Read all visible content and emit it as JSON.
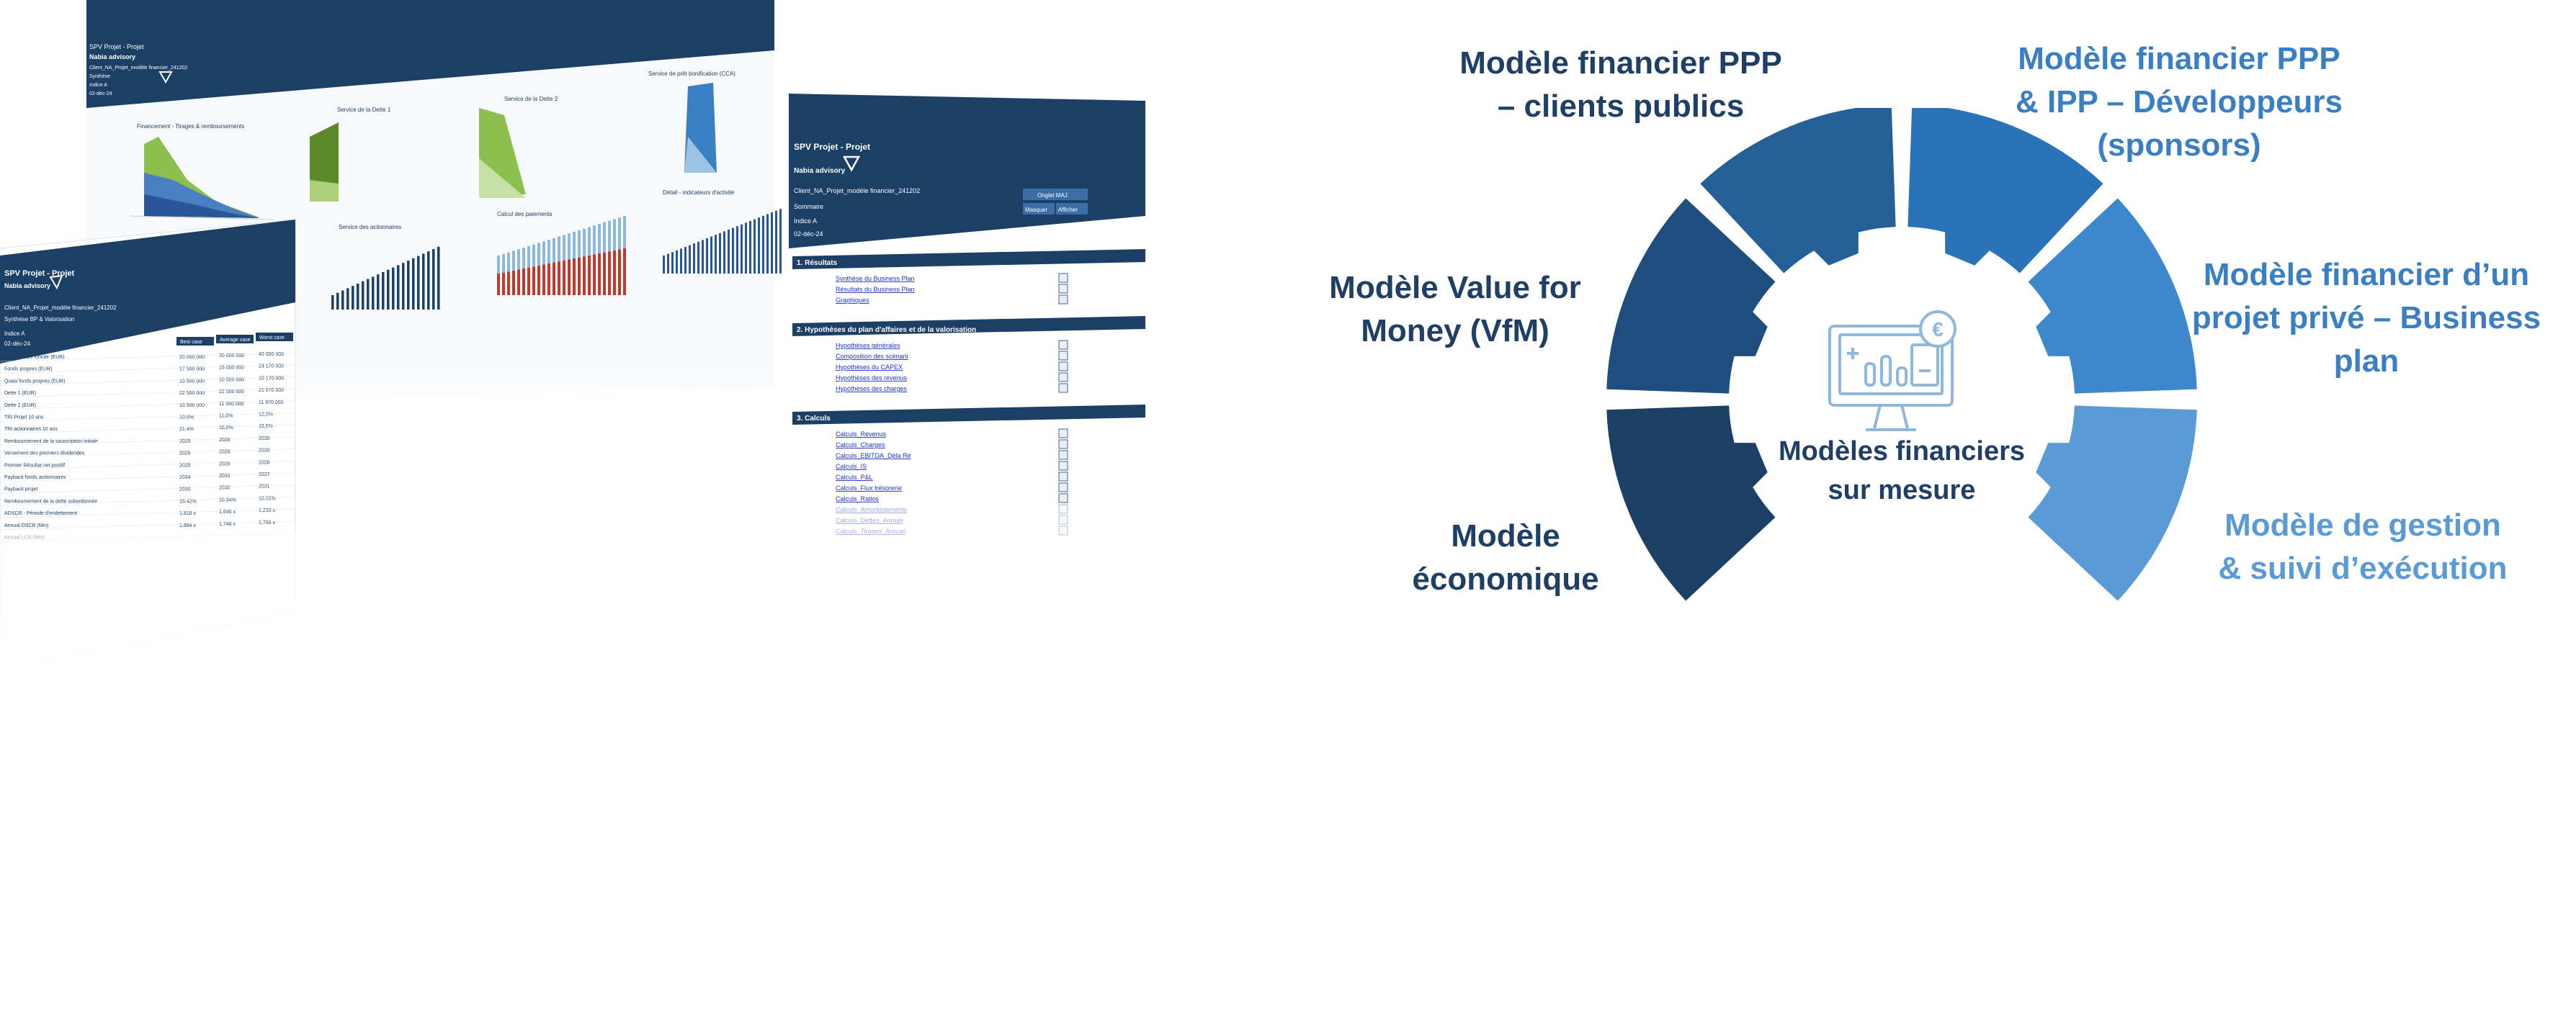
{
  "diagram": {
    "center": {
      "title_line1": "Modèles financiers",
      "title_line2": "sur mesure",
      "icon": "monitor-chart-euro-icon"
    },
    "segments": [
      {
        "id": "economique",
        "lines": [
          "Modèle",
          "économique"
        ],
        "color": "#1c3f66"
      },
      {
        "id": "vfm",
        "lines": [
          "Modèle Value for",
          "Money (VfM)"
        ],
        "color": "#1f4e7e"
      },
      {
        "id": "ppp-publics",
        "lines": [
          "Modèle financier PPP",
          "– clients publics"
        ],
        "color": "#245f98"
      },
      {
        "id": "ppp-ipp",
        "lines": [
          "Modèle financier PPP",
          "& IPP – Développeurs",
          "(sponsors)"
        ],
        "color": "#2a73b8"
      },
      {
        "id": "projet-prive",
        "lines": [
          "Modèle financier d’un",
          "projet privé – Business",
          "plan"
        ],
        "color": "#3d88cc"
      },
      {
        "id": "gestion",
        "lines": [
          "Modèle de gestion",
          "& suivi d’exécution"
        ],
        "color": "#5b9bd5"
      }
    ]
  },
  "screenshots": {
    "left_sheet": {
      "title": "SPV Projet - Projet",
      "brand": "Nabia advisory",
      "file": "Client_NA_Projet_modèle financier_241202",
      "subtitle": "Synthèse BP & Valorisation",
      "indice": "Indice A",
      "date": "02-déc-24",
      "headers": [
        "Best case",
        "Average case",
        "Worst case"
      ],
      "rows": [
        {
          "label": "CAPEX hors foncier (EUR)",
          "values": [
            "20 000 000",
            "30 000 000",
            "40 000 000"
          ]
        },
        {
          "label": "Fonds propres (EUR)",
          "values": [
            "17 500 000",
            "16 000 000",
            "24 170 000"
          ]
        },
        {
          "label": "Quasi fonds propres (EUR)",
          "values": [
            "10 500 000",
            "10 500 000",
            "10 170 000"
          ]
        },
        {
          "label": "Dette 1 (EUR)",
          "values": [
            "22 500 000",
            "22 500 000",
            "21 070 000"
          ]
        },
        {
          "label": "Dette 2 (EUR)",
          "values": [
            "10 500 000",
            "11 000 000",
            "11 970 000"
          ]
        },
        {
          "label": "TRI Projet 10 ans",
          "values": [
            "10,0%",
            "11,0%",
            "12,0%"
          ]
        },
        {
          "label": "TRI actionnaires 10 ans",
          "values": [
            "21,4%",
            "18,0%",
            "16,5%"
          ]
        },
        {
          "label": "Remboursement de la souscription initiale",
          "values": [
            "2025",
            "2028",
            "2030"
          ]
        },
        {
          "label": "Versement des premiers dividendes",
          "values": [
            "2026",
            "2028",
            "2030"
          ]
        },
        {
          "label": "Premier Résultat net positif",
          "values": [
            "2025",
            "2026",
            "2028"
          ]
        },
        {
          "label": "Payback fonds actionnaires",
          "values": [
            "2034",
            "2035",
            "2037"
          ]
        },
        {
          "label": "Payback projet",
          "values": [
            "2030",
            "2030",
            "2031"
          ]
        },
        {
          "label": "Remboursement de la dette subordonnée",
          "values": [
            "15,42%",
            "10,34%",
            "10,55%"
          ]
        },
        {
          "label": "ADSCR - Période d'endettement",
          "values": [
            "1,818 x",
            "1,846 x",
            "1,233 x"
          ]
        },
        {
          "label": "Annual DSCR (Min)",
          "values": [
            "1,664 x",
            "1,746 x",
            "1,766 x"
          ]
        },
        {
          "label": "Annual LCR (Min)",
          "values": [
            "",
            "",
            ""
          ]
        }
      ]
    },
    "charts_sheet": {
      "header_lines": [
        "SPV Projet - Projet",
        "Nabia advisory",
        "Client_NA_Projet_modèle financier_241202",
        "Synthèse",
        "Indice A",
        "02-déc-24"
      ],
      "chart_titles": [
        "Financement - Tirages & remboursements",
        "Service de la Dette 1",
        "Service de la Dette 2",
        "Service de prêt bonification (CCA)",
        "Service des actionnaires",
        "Calcul des paiements",
        "Détail - indicateurs d'activité"
      ]
    },
    "summary_sheet": {
      "title": "SPV Projet - Projet",
      "brand": "Nabia advisory",
      "file": "Client_NA_Projet_modèle financier_241202",
      "section_label": "Sommaire",
      "indice": "Indice A",
      "date": "02-déc-24",
      "buttons": [
        "Onglet MAJ",
        "Masquer",
        "Afficher"
      ],
      "sections": [
        {
          "title": "1. Résultats",
          "items": [
            "Synthèse du Business Plan",
            "Résultats du Business Plan",
            "Graphiques"
          ]
        },
        {
          "title": "2. Hypothèses du plan d'affaires et de la valorisation",
          "items": [
            "Hypothèses générales",
            "Composition des scénarii",
            "Hypothèses du CAPEX",
            "Hypothèses des revenus",
            "Hypothèses des charges"
          ]
        },
        {
          "title": "3. Calculs",
          "items": [
            "Calculs_Revenus",
            "Calculs_Charges",
            "Calculs_EBITDA_Déla Ré",
            "Calculs_IS",
            "Calculs_P&L",
            "Calculs_Flux trésorerie",
            "Calculs_Ratios",
            "Calculs_Amortissements",
            "Calculs_Dettes_Annuel",
            "Calculs_Tirages_Annuel"
          ]
        }
      ]
    }
  }
}
